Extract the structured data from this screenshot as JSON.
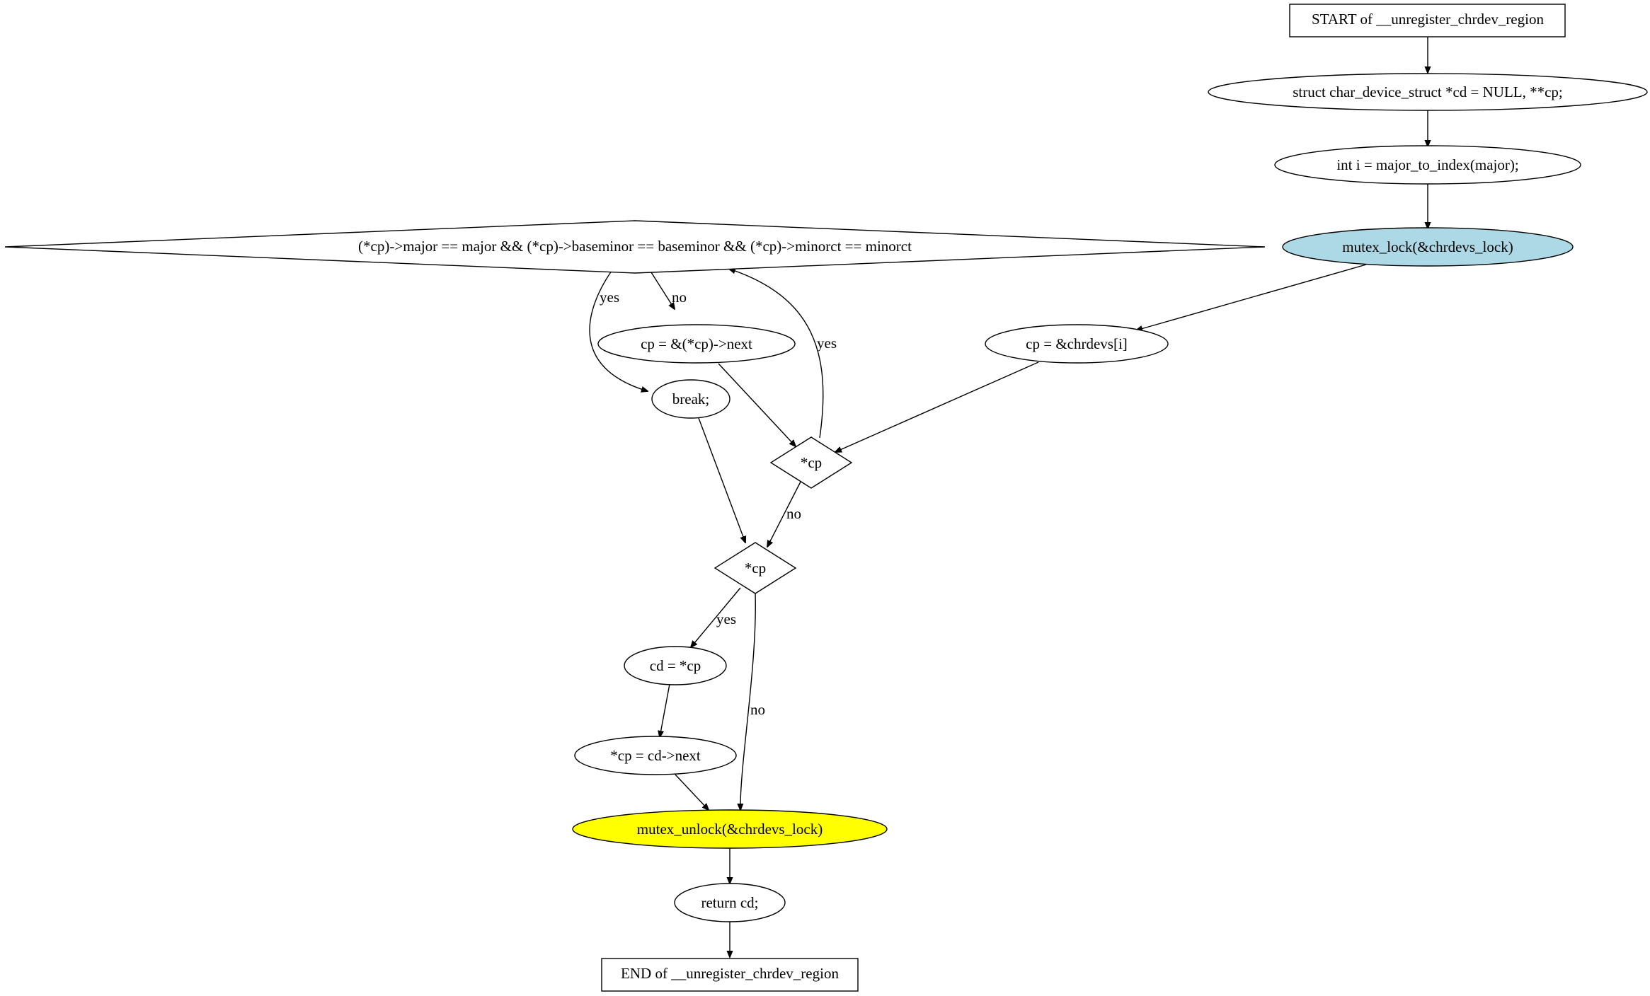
{
  "diagram": {
    "colors": {
      "default_fill": "#ffffff",
      "lock_fill": "#add8e6",
      "unlock_fill": "#ffff00",
      "stroke": "#000000"
    },
    "nodes": {
      "start": "START of __unregister_chrdev_region",
      "decl_cd": "struct char_device_struct *cd = NULL, **cp;",
      "decl_i": "int i = major_to_index(major);",
      "lock": "mutex_lock(&chrdevs_lock)",
      "cond_match": "(*cp)->major == major && (*cp)->baseminor == baseminor && (*cp)->minorct == minorct",
      "cp_next": "cp = &(*cp)->next",
      "cp_init": "cp = &chrdevs[i]",
      "break_stmt": "break;",
      "loop_cond": "*cp",
      "check_cp": "*cp",
      "cd_assign": "cd = *cp",
      "cp_unlink": "*cp = cd->next",
      "unlock": "mutex_unlock(&chrdevs_lock)",
      "ret": "return cd;",
      "end": "END of __unregister_chrdev_region"
    },
    "edge_labels": {
      "cond_yes": "yes",
      "cond_no": "no",
      "loop_yes": "yes",
      "loop_no": "no",
      "check_yes": "yes",
      "check_no": "no"
    }
  }
}
